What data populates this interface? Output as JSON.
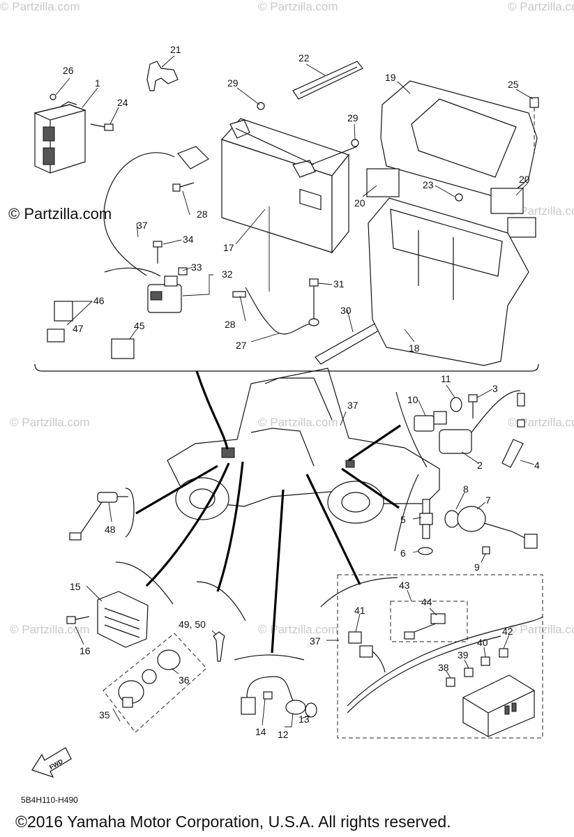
{
  "watermarks": {
    "small": "© Partzilla.com",
    "large": "© Partzilla.com"
  },
  "callouts": {
    "c1": "1",
    "c2": "2",
    "c3": "3",
    "c4": "4",
    "c5": "5",
    "c6": "6",
    "c7": "7",
    "c8": "8",
    "c9": "9",
    "c10": "10",
    "c11": "11",
    "c12": "12",
    "c13": "13",
    "c14": "14",
    "c15": "15",
    "c16": "16",
    "c17": "17",
    "c18": "18",
    "c19": "19",
    "c20": "20",
    "c21": "21",
    "c22": "22",
    "c23": "23",
    "c24": "24",
    "c25": "25",
    "c26": "26",
    "c27": "27",
    "c28": "28",
    "c29": "29",
    "c30": "30",
    "c31": "31",
    "c32": "32",
    "c33": "33",
    "c34": "34",
    "c35": "35",
    "c36": "36",
    "c37": "37",
    "c38": "38",
    "c39": "39",
    "c40": "40",
    "c41": "41",
    "c42": "42",
    "c43": "43",
    "c44": "44",
    "c45": "45",
    "c46": "46",
    "c47": "47",
    "c48": "48",
    "c4950": "49, 50"
  },
  "fwd_label": "FWD",
  "diagram_code": "5B4H110-H490",
  "copyright": "©2016 Yamaha Motor Corporation, U.S.A. All rights reserved.",
  "colors": {
    "line": "#111111",
    "watermark": "#c9c9c9",
    "background": "#ffffff"
  }
}
